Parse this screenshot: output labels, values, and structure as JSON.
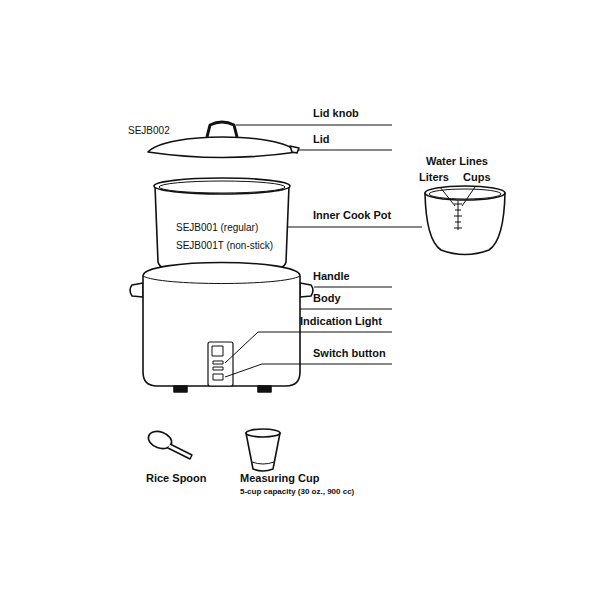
{
  "diagram": {
    "labels": [
      "Lid knob",
      "SEJB002",
      "Lid",
      "Water Lines",
      "Liters",
      "Cups",
      "Inner Cook Pot",
      "SEJB001 (regular)",
      "SEJB001T (non-stick)",
      "Handle",
      "Body",
      "Indication Light",
      "Switch button",
      "Rice Spoon",
      "Measuring Cup",
      "5-cup capacity (30 oz., 900 cc)"
    ]
  }
}
